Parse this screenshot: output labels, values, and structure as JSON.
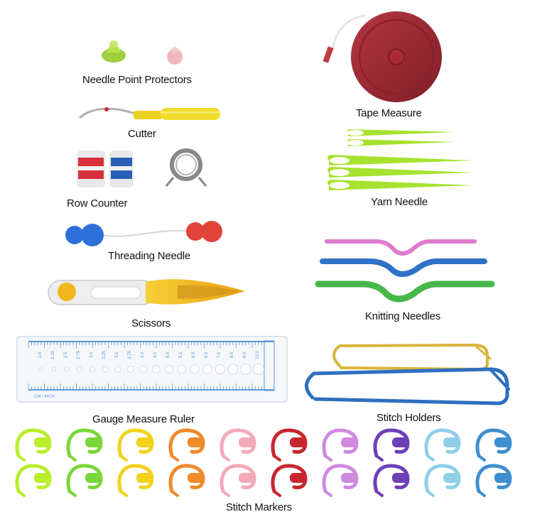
{
  "labels": {
    "needle_point_protectors": "Needle Point Protectors",
    "tape_measure": "Tape Measure",
    "cutter": "Cutter",
    "yarn_needle": "Yarn Needle",
    "row_counter": "Row Counter",
    "threading_needle": "Threading Needle",
    "knitting_needles": "Knitting Needles",
    "scissors": "Scissors",
    "gauge_measure_ruler": "Gauge Measure Ruler",
    "stitch_holders": "Stitch Holders",
    "stitch_markers": "Stitch Markers"
  },
  "ruler": {
    "tick_labels": [
      "2.0",
      "2.25",
      "2.5",
      "2.75",
      "3.0",
      "3.25",
      "3.5",
      "3.75",
      "4.0",
      "4.5",
      "5.0",
      "5.5",
      "6.0",
      "6.5",
      "7.0",
      "8.0",
      "9.0",
      "10.0"
    ],
    "brand_text": "CM / INCH"
  },
  "colors": {
    "protector_green": "#a8d84a",
    "protector_pink": "#f2b7bd",
    "tape_red": "#9b2a33",
    "cutter_yellow": "#e8d21e",
    "counter_red": "#d8303a",
    "counter_blue": "#2a5fb8",
    "threader_blue": "#2f6fd8",
    "threader_red": "#e0433a",
    "scissors_yellow": "#f0b81e",
    "ruler_blue": "#5b9ad6",
    "needle_green": "#a6e22e",
    "knit_pink": "#e07ad0",
    "knit_blue": "#2f72c7",
    "knit_green": "#46b84a",
    "holder_gold": "#d9b53a",
    "holder_blue": "#2e6fc0",
    "markers": [
      "#b8ee2a",
      "#7bd63a",
      "#f2d21a",
      "#f08a2a",
      "#f4a9b6",
      "#c8262e",
      "#cf8ae0",
      "#6f3fb8",
      "#8fd0e8",
      "#3f8fd0"
    ]
  }
}
